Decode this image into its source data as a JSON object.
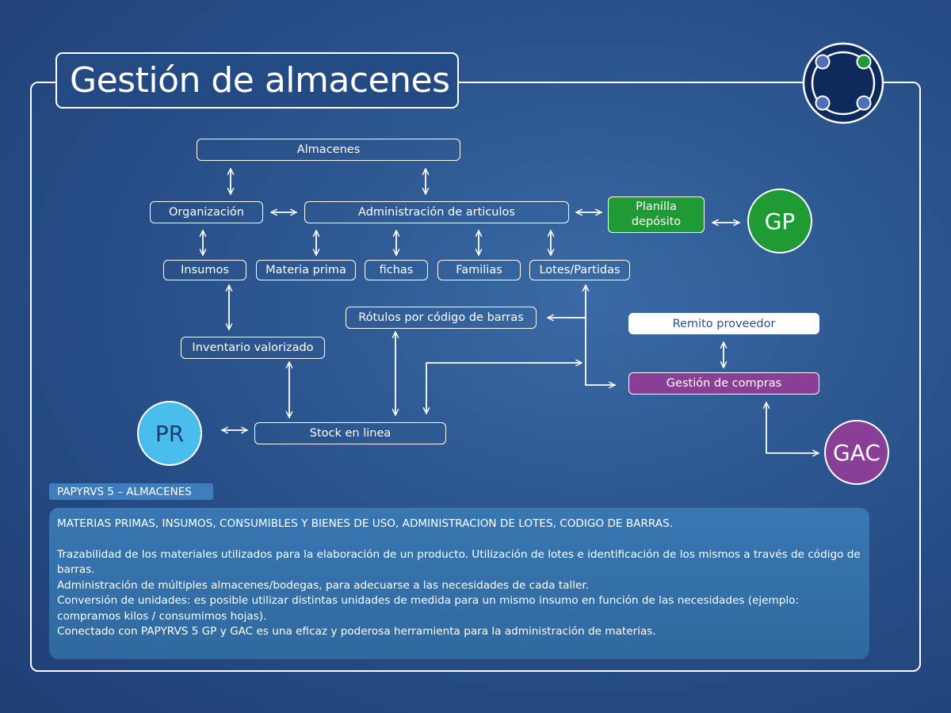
{
  "title": "Gestión de almacenes",
  "logo": {
    "icon": "network-circle-logo-icon",
    "dot_colors": [
      "#4f6fb8",
      "#1f9a35",
      "#4f6fb8",
      "#4f6fb8"
    ]
  },
  "diagram": {
    "nodes": {
      "almacenes": "Almacenes",
      "organizacion": "Organización",
      "administracion_articulos": "Administración de articulos",
      "planilla_deposito_line1": "Planilla",
      "planilla_deposito_line2": "depósito",
      "insumos": "Insumos",
      "materia_prima": "Materia prima",
      "fichas": "fichas",
      "familias": "Familias",
      "lotes_partidas": "Lotes/Partidas",
      "rotulos": "Rótulos por código de barras",
      "inventario_valorizado": "Inventario valorizado",
      "stock_en_linea": "Stock en linea",
      "remito_proveedor": "Remito proveedor",
      "gestion_compras": "Gestión de compras"
    },
    "modules": {
      "gp": "GP",
      "pr": "PR",
      "gac": "GAC"
    },
    "colors": {
      "gp": "#1f9a35",
      "pr": "#4bbdec",
      "gac": "#8a3f96",
      "background": "#2a5690"
    },
    "edges": [
      {
        "from": "almacenes",
        "to": "organizacion",
        "type": "bidirectional"
      },
      {
        "from": "almacenes",
        "to": "administracion_articulos",
        "type": "bidirectional"
      },
      {
        "from": "organizacion",
        "to": "administracion_articulos",
        "type": "bidirectional"
      },
      {
        "from": "administracion_articulos",
        "to": "planilla_deposito",
        "type": "bidirectional"
      },
      {
        "from": "planilla_deposito",
        "to": "gp",
        "type": "bidirectional"
      },
      {
        "from": "organizacion",
        "to": "insumos",
        "type": "bidirectional"
      },
      {
        "from": "administracion_articulos",
        "to": "materia_prima",
        "type": "bidirectional"
      },
      {
        "from": "administracion_articulos",
        "to": "fichas",
        "type": "bidirectional"
      },
      {
        "from": "administracion_articulos",
        "to": "familias",
        "type": "bidirectional"
      },
      {
        "from": "administracion_articulos",
        "to": "lotes_partidas",
        "type": "bidirectional"
      },
      {
        "from": "insumos",
        "to": "inventario_valorizado",
        "type": "bidirectional"
      },
      {
        "from": "inventario_valorizado",
        "to": "stock_en_linea",
        "type": "bidirectional"
      },
      {
        "from": "rotulos",
        "to": "stock_en_linea",
        "type": "bidirectional"
      },
      {
        "from": "pr",
        "to": "stock_en_linea",
        "type": "bidirectional"
      },
      {
        "from": "lotes_partidas",
        "to": "rotulos",
        "type": "directed"
      },
      {
        "from": "lotes_partidas",
        "to": "gestion_compras",
        "type": "directed"
      },
      {
        "from": "stock_en_linea",
        "to": "lotes_partidas",
        "type": "bidirectional"
      },
      {
        "from": "remito_proveedor",
        "to": "gestion_compras",
        "type": "bidirectional"
      },
      {
        "from": "gac",
        "to": "gestion_compras",
        "type": "bidirectional"
      }
    ]
  },
  "section": {
    "tag": "PAPYRVS 5 – ALMACENES",
    "heading": "MATERIAS PRIMAS, INSUMOS, CONSUMIBLES Y BIENES DE USO, ADMINISTRACION DE LOTES, CODIGO DE BARRAS.",
    "paragraphs": [
      "Trazabilidad de los materiales utilizados para la elaboración de un producto. Utilización de lotes e identificación de los mismos a través de código de barras.",
      "Administración de múltiples almacenes/bodegas, para adecuarse a las necesidades de cada taller.",
      "Conversión de unidades: es posible utilizar distintas unidades de medida para un mismo insumo en función de las necesidades (ejemplo: compramos kilos / consumimos hojas).",
      "Conectado con PAPYRVS 5 GP y GAC es una eficaz y poderosa herramienta para la administración de materias."
    ]
  }
}
